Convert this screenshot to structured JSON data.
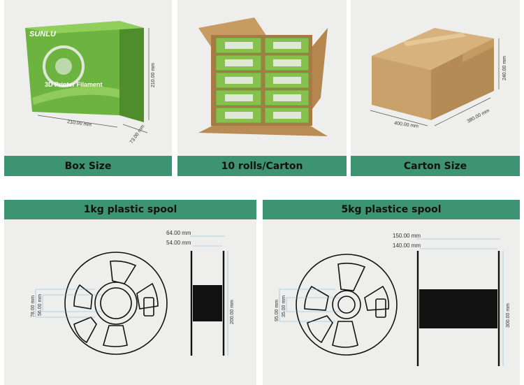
{
  "top_panels": [
    {
      "caption": "Box Size",
      "brand": "SUNLU",
      "box_title": "3D Printer Filament",
      "width_label": "210.00 mm",
      "height_label": "210.00 mm",
      "depth_label": "73.00 mm"
    },
    {
      "caption": "10 rolls/Carton"
    },
    {
      "caption": "Carton Size",
      "length_label": "400.00 mm",
      "width_label": "380.00 mm",
      "height_label": "240.00 mm"
    }
  ],
  "spools": [
    {
      "title": "1kg plastic spool",
      "outer_width": "64.00 mm",
      "inner_width": "54.00 mm",
      "diameter": "200.00 mm",
      "hub_outer": "78.00 mm",
      "hub_inner": "56.00 mm"
    },
    {
      "title": "5kg plastice spool",
      "outer_width": "150.00 mm",
      "inner_width": "140.00 mm",
      "diameter": "300.00 mm",
      "hub_outer": "95.00 mm",
      "hub_inner": "35.00 mm"
    }
  ],
  "colors": {
    "accent_green": "#3d9472",
    "box_green": "#7ac043",
    "carton_brown": "#c9a16b"
  }
}
